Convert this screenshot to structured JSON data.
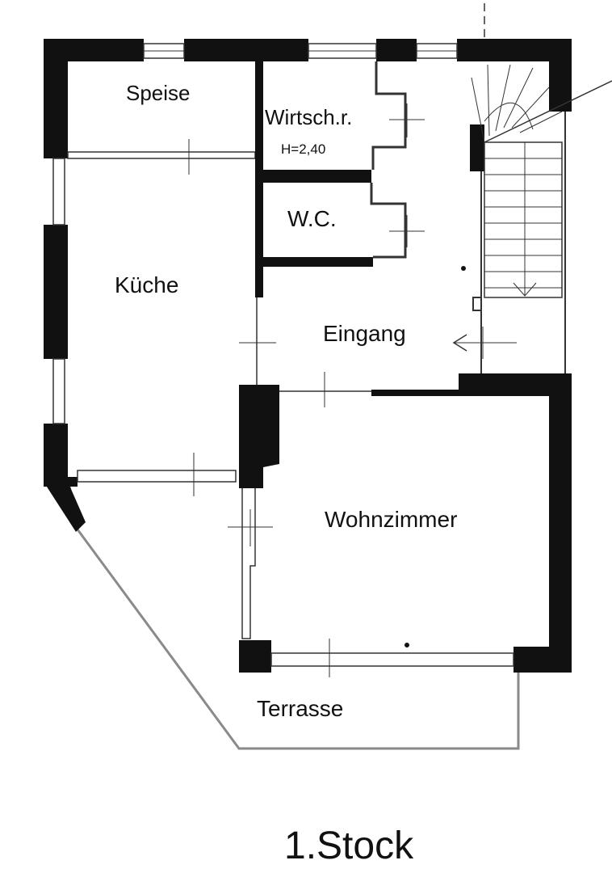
{
  "floor": {
    "title": "1.Stock"
  },
  "rooms": {
    "speise": "Speise",
    "wirtschaftsraum": "Wirtsch.r.",
    "wirtschaftsraum_height": "H=2,40",
    "wc": "W.C.",
    "kueche": "Küche",
    "eingang": "Eingang",
    "wohnzimmer": "Wohnzimmer",
    "terrasse": "Terrasse"
  },
  "colors": {
    "wall": "#111111",
    "line": "#333333",
    "terrace_outline": "#8a8a8a",
    "background": "#ffffff"
  }
}
